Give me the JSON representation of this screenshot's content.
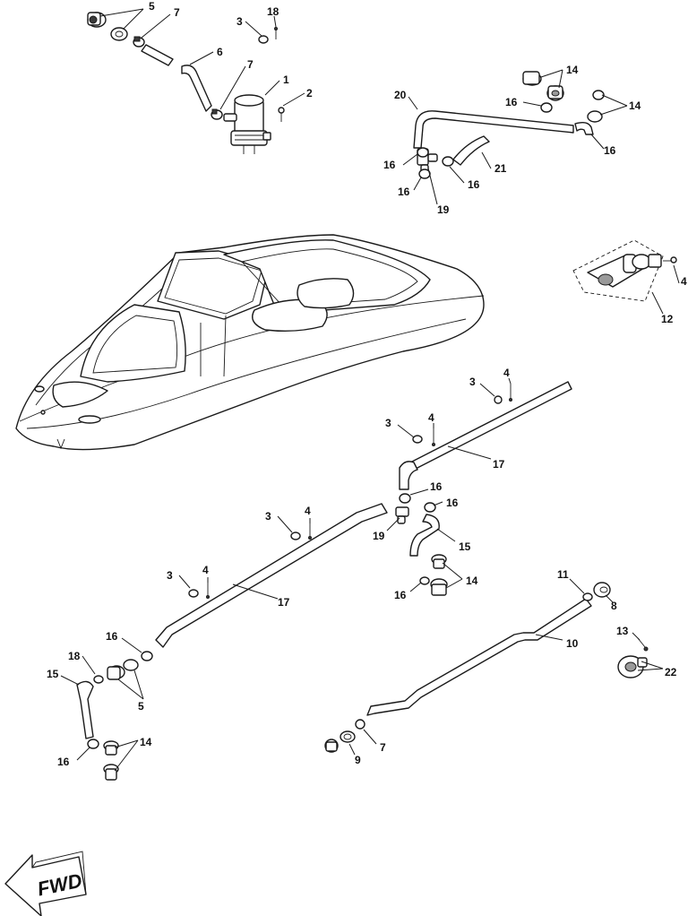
{
  "diagram": {
    "fwd_label": "FWD",
    "callouts": [
      "5",
      "7",
      "3",
      "18",
      "6",
      "7",
      "1",
      "2",
      "14",
      "20",
      "16",
      "14",
      "16",
      "16",
      "16",
      "21",
      "16",
      "19",
      "4",
      "12",
      "3",
      "4",
      "3",
      "4",
      "17",
      "16",
      "16",
      "19",
      "15",
      "3",
      "4",
      "3",
      "4",
      "17",
      "14",
      "16",
      "11",
      "8",
      "10",
      "13",
      "22",
      "16",
      "18",
      "15",
      "5",
      "14",
      "16",
      "7",
      "9"
    ]
  }
}
